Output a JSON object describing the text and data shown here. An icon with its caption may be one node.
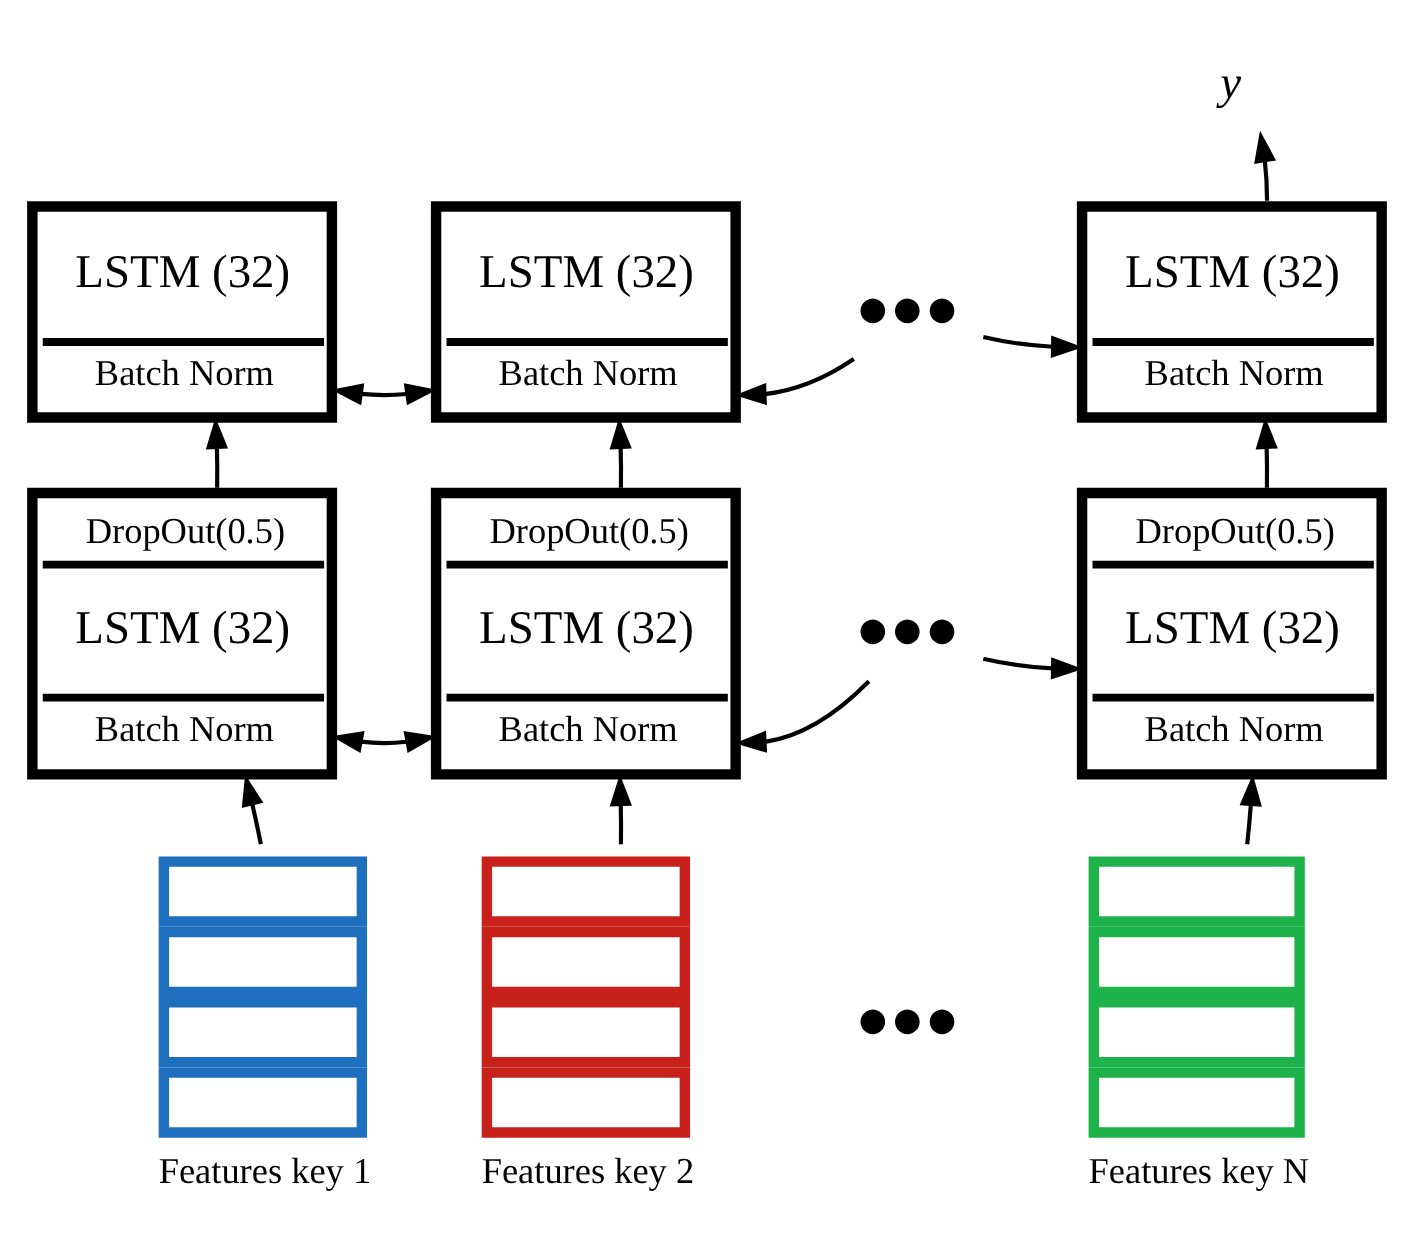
{
  "diagram": {
    "nodes": [
      {
        "text": [
          "LSTM (32)",
          "Batch Norm"
        ]
      },
      {
        "text": [
          "LSTM (32)",
          "Batch Norm"
        ]
      },
      {
        "text": [
          "●●●"
        ]
      },
      {
        "text": [
          "LSTM (32)",
          "Batch Norm"
        ]
      },
      {
        "text": [
          "y"
        ]
      },
      {
        "text": [
          "DropOut(0.5)",
          "LSTM (32)",
          "Batch Norm"
        ]
      },
      {
        "text": [
          "DropOut(0.5)",
          "LSTM (32)",
          "Batch Norm"
        ]
      },
      {
        "text": [
          "●●●"
        ]
      },
      {
        "text": [
          "DropOut(0.5)",
          "LSTM (32)",
          "Batch Norm"
        ]
      },
      {
        "text": [],
        "shape": "bar",
        "beside": [
          "Features key 1"
        ]
      },
      {
        "text": [],
        "shape": "bar",
        "beside": [
          "Features key 2"
        ]
      },
      {
        "text": [
          "●●●"
        ]
      },
      {
        "text": [],
        "shape": "bar",
        "beside": [
          "Features key N"
        ]
      }
    ],
    "edges": [
      {
        "from": 0,
        "to": 1,
        "arrow": "both"
      },
      {
        "from": 2,
        "to": 1,
        "arrow": "to"
      },
      {
        "from": 2,
        "to": 3,
        "arrow": "to"
      },
      {
        "from": 3,
        "to": 4,
        "arrow": "to"
      },
      {
        "from": 5,
        "to": 6,
        "arrow": "both"
      },
      {
        "from": 7,
        "to": 6,
        "arrow": "to"
      },
      {
        "from": 7,
        "to": 8,
        "arrow": "to"
      },
      {
        "from": 5,
        "to": 0,
        "arrow": "to"
      },
      {
        "from": 6,
        "to": 1,
        "arrow": "to"
      },
      {
        "from": 8,
        "to": 3,
        "arrow": "to"
      },
      {
        "from": 9,
        "to": 5,
        "arrow": "to"
      },
      {
        "from": 10,
        "to": 6,
        "arrow": "to"
      },
      {
        "from": 12,
        "to": 8,
        "arrow": "to"
      }
    ]
  }
}
